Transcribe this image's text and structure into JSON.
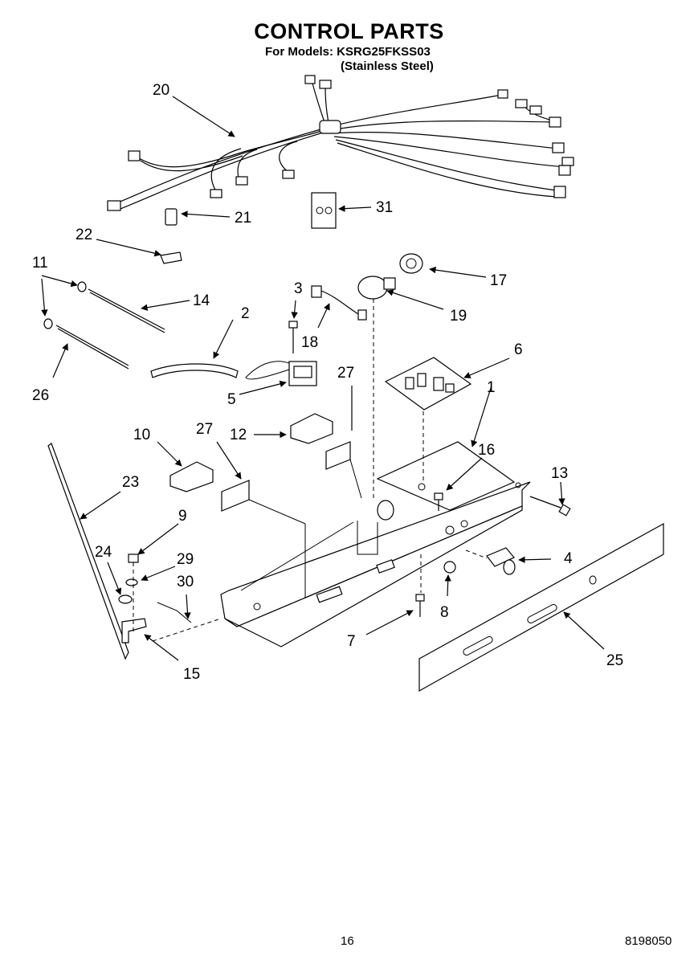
{
  "header": {
    "title": "CONTROL PARTS",
    "models_line": "For Models: KSRG25FKSS03",
    "finish_line": "(Stainless Steel)"
  },
  "callouts": {
    "c1": "1",
    "c2": "2",
    "c3": "3",
    "c4": "4",
    "c5": "5",
    "c6": "6",
    "c7": "7",
    "c8": "8",
    "c9": "9",
    "c10": "10",
    "c11": "11",
    "c12": "12",
    "c13": "13",
    "c14": "14",
    "c15": "15",
    "c16": "16",
    "c17": "17",
    "c18": "18",
    "c19": "19",
    "c20": "20",
    "c21": "21",
    "c22": "22",
    "c23": "23",
    "c24": "24",
    "c25": "25",
    "c26": "26",
    "c27a": "27",
    "c27b": "27",
    "c29": "29",
    "c30": "30",
    "c31": "31"
  },
  "footer": {
    "page_number": "16",
    "document_number": "8198050"
  }
}
